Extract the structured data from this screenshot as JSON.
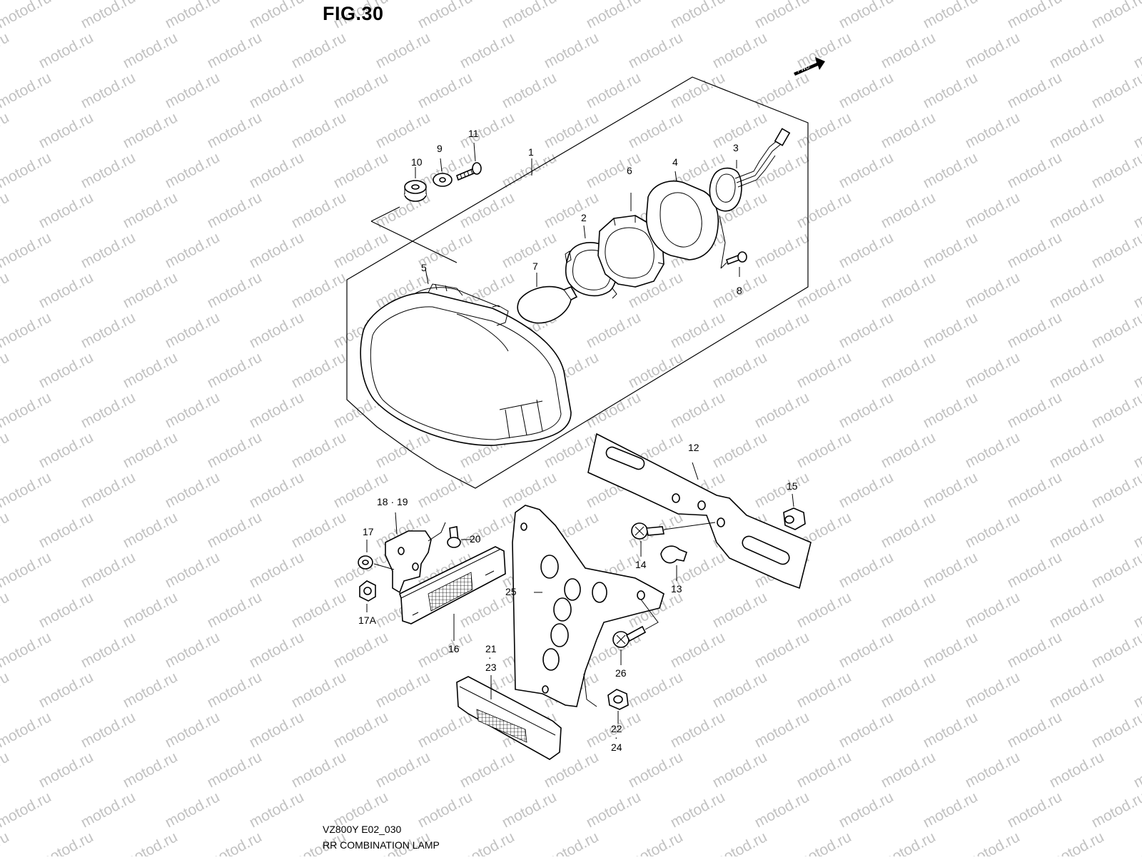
{
  "figure": {
    "title": "FIG.30",
    "drawing_code": "VZ800Y E02_030",
    "caption": "RR COMBINATION LAMP",
    "direction_marker": "FWD"
  },
  "watermark": "motod.ru",
  "callouts": [
    {
      "id": "c1",
      "label": "1"
    },
    {
      "id": "c2",
      "label": "2"
    },
    {
      "id": "c3",
      "label": "3"
    },
    {
      "id": "c4",
      "label": "4"
    },
    {
      "id": "c5",
      "label": "5"
    },
    {
      "id": "c6",
      "label": "6"
    },
    {
      "id": "c7",
      "label": "7"
    },
    {
      "id": "c8",
      "label": "8"
    },
    {
      "id": "c9",
      "label": "9"
    },
    {
      "id": "c10",
      "label": "10"
    },
    {
      "id": "c11",
      "label": "11"
    },
    {
      "id": "c12",
      "label": "12"
    },
    {
      "id": "c13",
      "label": "13"
    },
    {
      "id": "c14",
      "label": "14"
    },
    {
      "id": "c15",
      "label": "15"
    },
    {
      "id": "c16",
      "label": "16"
    },
    {
      "id": "c17",
      "label": "17"
    },
    {
      "id": "c17a",
      "label": "17A"
    },
    {
      "id": "c1819",
      "label": "18 · 19"
    },
    {
      "id": "c20",
      "label": "20"
    },
    {
      "id": "c21",
      "label": "21"
    },
    {
      "id": "c23",
      "label": "23"
    },
    {
      "id": "c22",
      "label": "22"
    },
    {
      "id": "c24",
      "label": "24"
    },
    {
      "id": "c25",
      "label": "25"
    },
    {
      "id": "c26",
      "label": "26"
    }
  ]
}
